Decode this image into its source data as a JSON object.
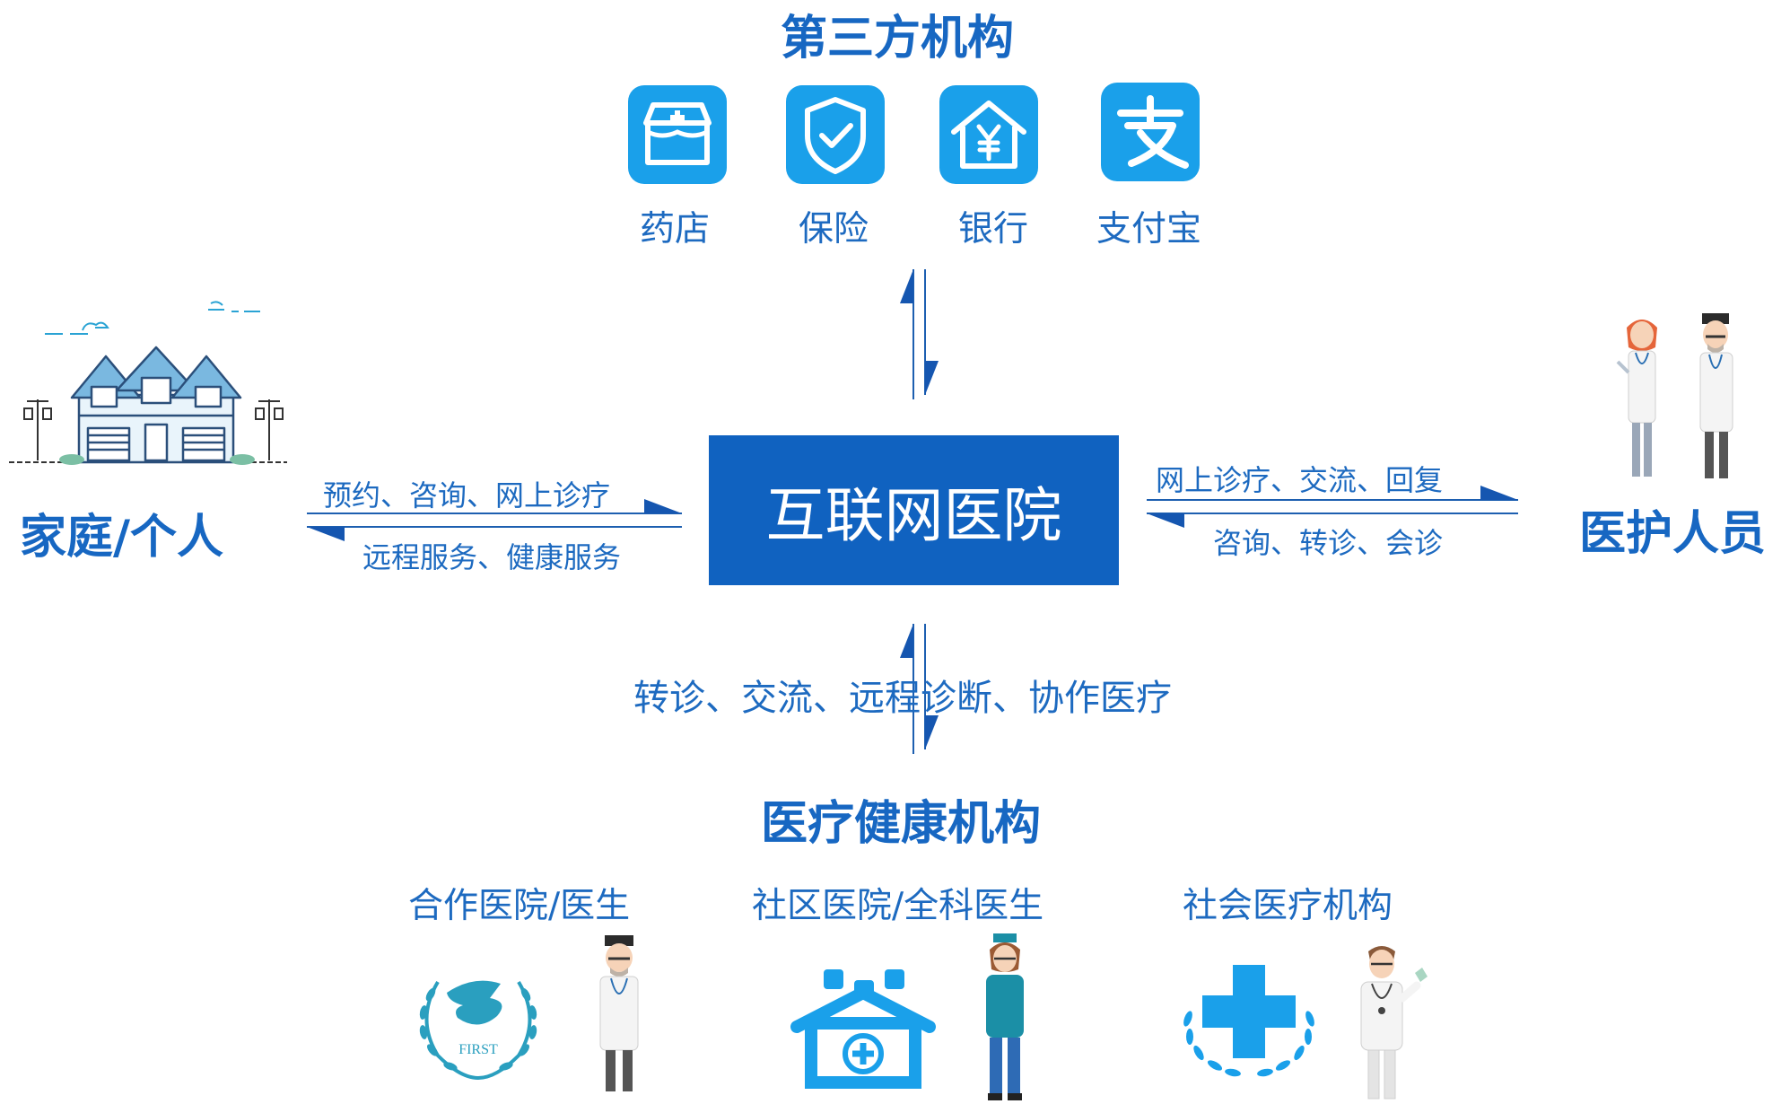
{
  "colors": {
    "primary": "#1767c2",
    "box": "#1062c0",
    "tile": "#1aa0ea",
    "line": "#1d5fb0",
    "sky": "#2aa3d4"
  },
  "third_party": {
    "title": "第三方机构",
    "items": [
      {
        "label": "药店",
        "icon": "pharmacy-cart-icon"
      },
      {
        "label": "保险",
        "icon": "shield-check-icon"
      },
      {
        "label": "银行",
        "icon": "bank-yen-icon"
      },
      {
        "label": "支付宝",
        "icon": "alipay-icon"
      }
    ]
  },
  "center": {
    "label": "互联网医院"
  },
  "left": {
    "title": "家庭/个人",
    "to_center": "预约、咨询、网上诊疗",
    "from_center": "远程服务、健康服务",
    "icon": "house-icon"
  },
  "right": {
    "title": "医护人员",
    "from_center": "网上诊疗、交流、回复",
    "to_center": "咨询、转诊、会诊",
    "icon": "medical-staff-icon"
  },
  "bottom": {
    "flow": "转诊、交流、远程诊断、协作医疗",
    "title": "医疗健康机构",
    "items": [
      {
        "label": "合作医院/医生",
        "icon": "first-dove-wreath-icon",
        "figure": "doctor-icon"
      },
      {
        "label": "社区医院/全科医生",
        "icon": "community-hospital-icon",
        "figure": "nurse-icon"
      },
      {
        "label": "社会医疗机构",
        "icon": "medical-cross-wreath-icon",
        "figure": "doctor-stethoscope-icon"
      }
    ],
    "emblem_text": "FIRST"
  }
}
